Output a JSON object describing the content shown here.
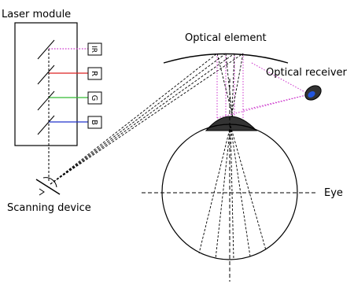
{
  "labels": {
    "laser_module": "Laser module",
    "optical_element": "Optical element",
    "optical_receiver": "Optical receiver",
    "eye": "Eye",
    "scanning_device": "Scanning device"
  },
  "lasers": [
    {
      "code": "IR",
      "color": "#cc33cc",
      "rotated": true
    },
    {
      "code": "R",
      "color": "#dd2222",
      "rotated": true
    },
    {
      "code": "G",
      "color": "#33bb33",
      "rotated": true
    },
    {
      "code": "B",
      "color": "#2233cc",
      "rotated": true
    }
  ],
  "colors": {
    "line": "#000000",
    "ir_path": "#cc33cc",
    "receiver_lens": "#2255dd",
    "lens": "#333333"
  }
}
